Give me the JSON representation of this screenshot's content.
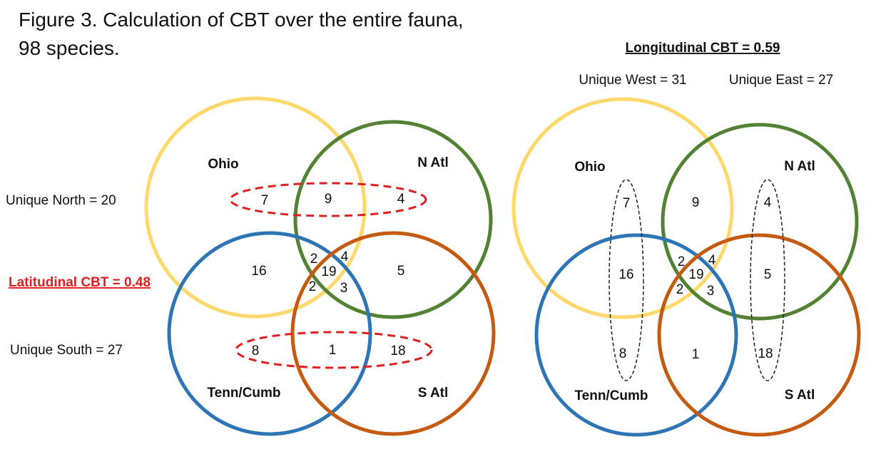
{
  "title": {
    "line1": "Figure 3.  Calculation of CBT over the entire fauna,",
    "line2": "98 species."
  },
  "colors": {
    "ohio": "#fcd96a",
    "natl": "#548235",
    "tenn": "#2e75b6",
    "satl": "#c55a11",
    "latitudinal_ellipse": "#e02020",
    "longitudinal_ellipse": "#222222"
  },
  "regions": {
    "ohio": "Ohio",
    "natl": "N Atl",
    "tenn": "Tenn/Cumb",
    "satl": "S Atl"
  },
  "counts": {
    "ohio_only": "7",
    "ohio_natl": "9",
    "natl_only": "4",
    "ohio_tenn": "16",
    "natl_satl": "5",
    "ohio_tenn_natl": "2",
    "ohio_natl_satl": "4",
    "all_four": "19",
    "ohio_tenn_satl": "2",
    "tenn_natl_satl": "3",
    "tenn_only": "8",
    "tenn_satl": "1",
    "satl_only": "18"
  },
  "left_panel": {
    "unique_north": "Unique North = 20",
    "unique_south": "Unique South = 27",
    "cbt": "Latitudinal CBT = 0.48"
  },
  "right_panel": {
    "cbt": "Longitudinal CBT = 0.59",
    "unique_west": "Unique West = 31",
    "unique_east": "Unique East = 27"
  }
}
